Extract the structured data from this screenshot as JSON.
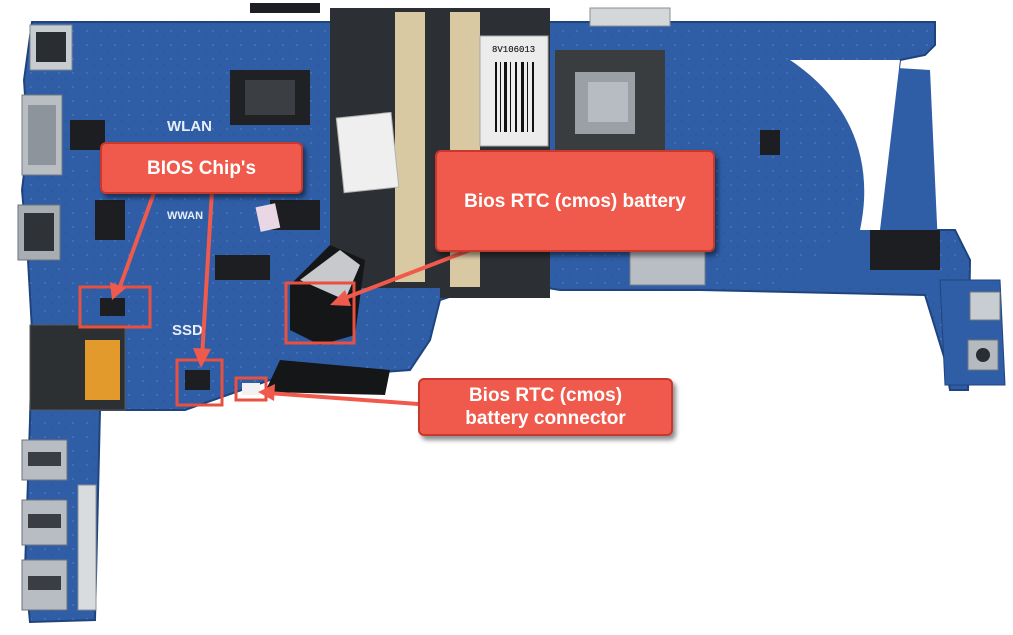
{
  "image": {
    "subject": "laptop-motherboard-photo",
    "colors": {
      "pcb": "#2f5ea6",
      "annotation": "#f05a4c",
      "annotation_text": "#ffffff",
      "highlight_box": "#e8503f"
    }
  },
  "board_silkscreen": {
    "wlan": "WLAN",
    "wwan": "WWAN",
    "ssd": "SSD",
    "sticker_top": "8V106013"
  },
  "callouts": {
    "bios_chips": "BIOS Chip's",
    "rtc_battery": "Bios RTC (cmos) battery",
    "rtc_connector_line1": "Bios RTC (cmos)",
    "rtc_connector_line2": "battery connector"
  }
}
